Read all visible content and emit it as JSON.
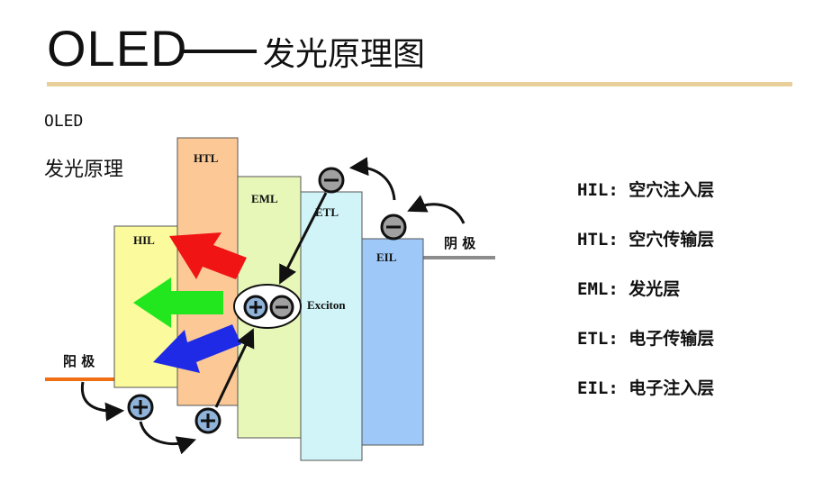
{
  "header": {
    "title": "OLED",
    "subtitle": "发光原理图"
  },
  "intro": {
    "line1": "OLED",
    "line2": "发光原理"
  },
  "layers": {
    "hil": "HIL",
    "htl": "HTL",
    "eml": "EML",
    "etl": "ETL",
    "eil": "EIL"
  },
  "exciton_label": "Exciton",
  "anode_label": "阳 极",
  "cathode_label": "阴 极",
  "legend": [
    {
      "abbr": "HIL:",
      "desc": "空穴注入层"
    },
    {
      "abbr": "HTL:",
      "desc": "空穴传输层"
    },
    {
      "abbr": "EML:",
      "desc": "发光层"
    },
    {
      "abbr": "ETL:",
      "desc": "电子传输层"
    },
    {
      "abbr": "EIL:",
      "desc": "电子注入层"
    }
  ],
  "colors": {
    "hil": "#fbfa9c",
    "htl": "#fcc996",
    "eml": "#e6f7b8",
    "etl": "#d0f4f8",
    "eil": "#9ec8f7",
    "accent_rule": "#e8cf9c",
    "anode_wire": "#f06e14",
    "cathode_wire": "#8c8c8c",
    "arrow_red": "#f01414",
    "arrow_green": "#22e61e",
    "arrow_blue": "#1e2ae6"
  }
}
